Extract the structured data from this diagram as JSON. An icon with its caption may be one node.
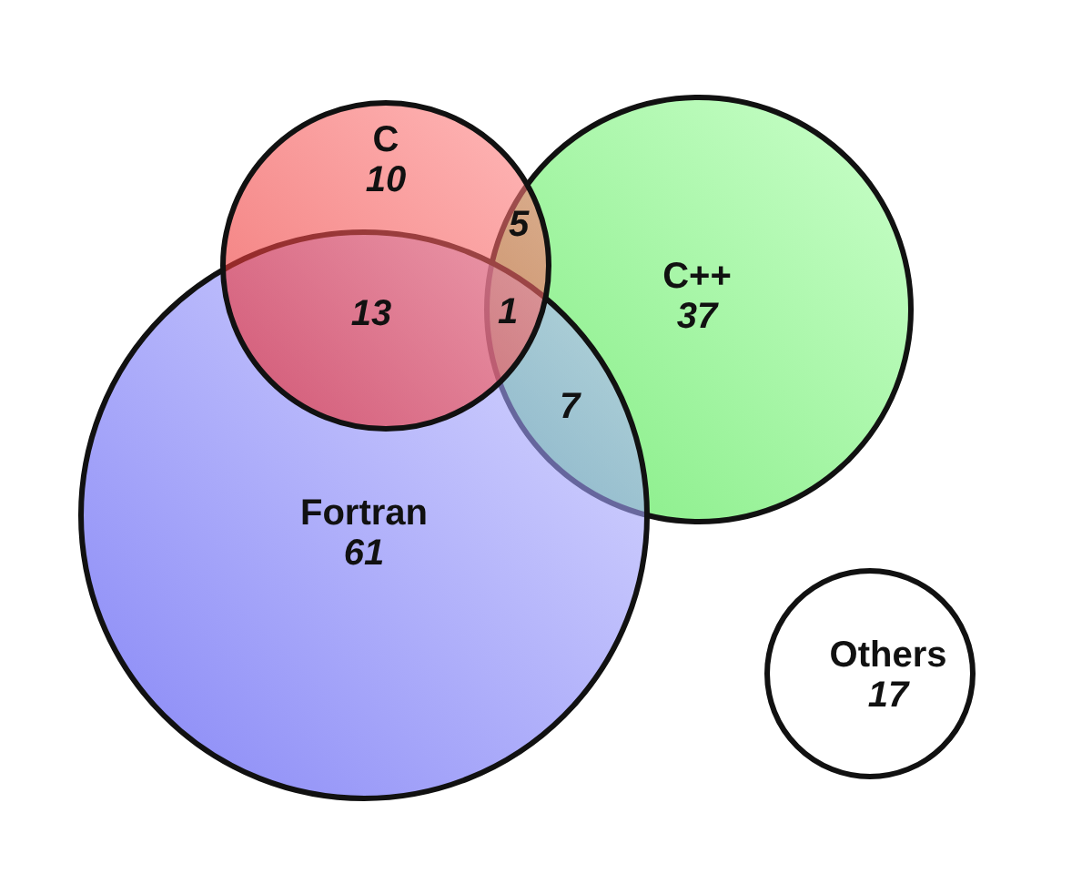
{
  "diagram": {
    "nodes": [
      {
        "text": [
          "C",
          "10"
        ]
      },
      {
        "text": [
          "C++",
          "37"
        ]
      },
      {
        "text": [
          "Fortran",
          "61"
        ]
      },
      {
        "text": [
          "Others",
          "17"
        ]
      }
    ],
    "edges": [],
    "labels": [
      "5",
      "13",
      "1",
      "7"
    ]
  }
}
